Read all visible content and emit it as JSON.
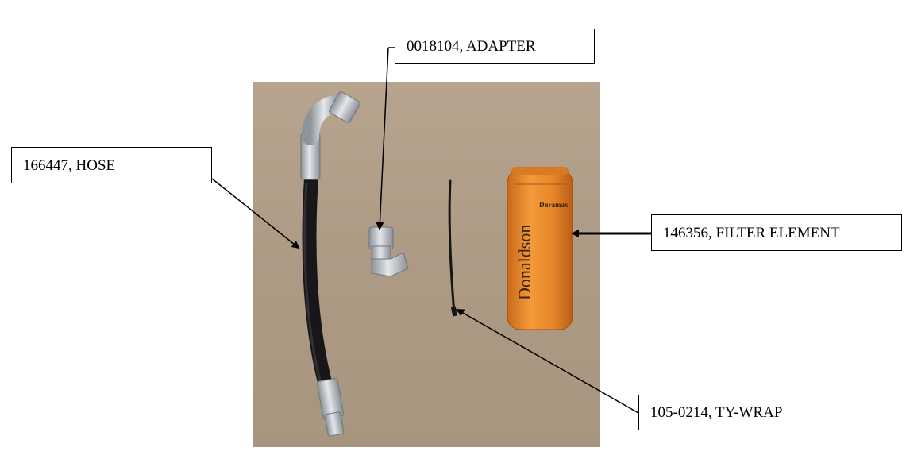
{
  "callouts": {
    "adapter": "0018104, ADAPTER",
    "hose": "166447, HOSE",
    "filter": "146356, FILTER ELEMENT",
    "tywrap": "105-0214, TY-WRAP"
  },
  "filter_label": {
    "brand": "Donaldson",
    "model": "Duramax"
  },
  "colors": {
    "background_board": "#ad9b86",
    "filter_body": "#e8862a",
    "hose": "#1c1c1e",
    "fitting": "#c9cdd2",
    "callout_border": "#000000"
  }
}
